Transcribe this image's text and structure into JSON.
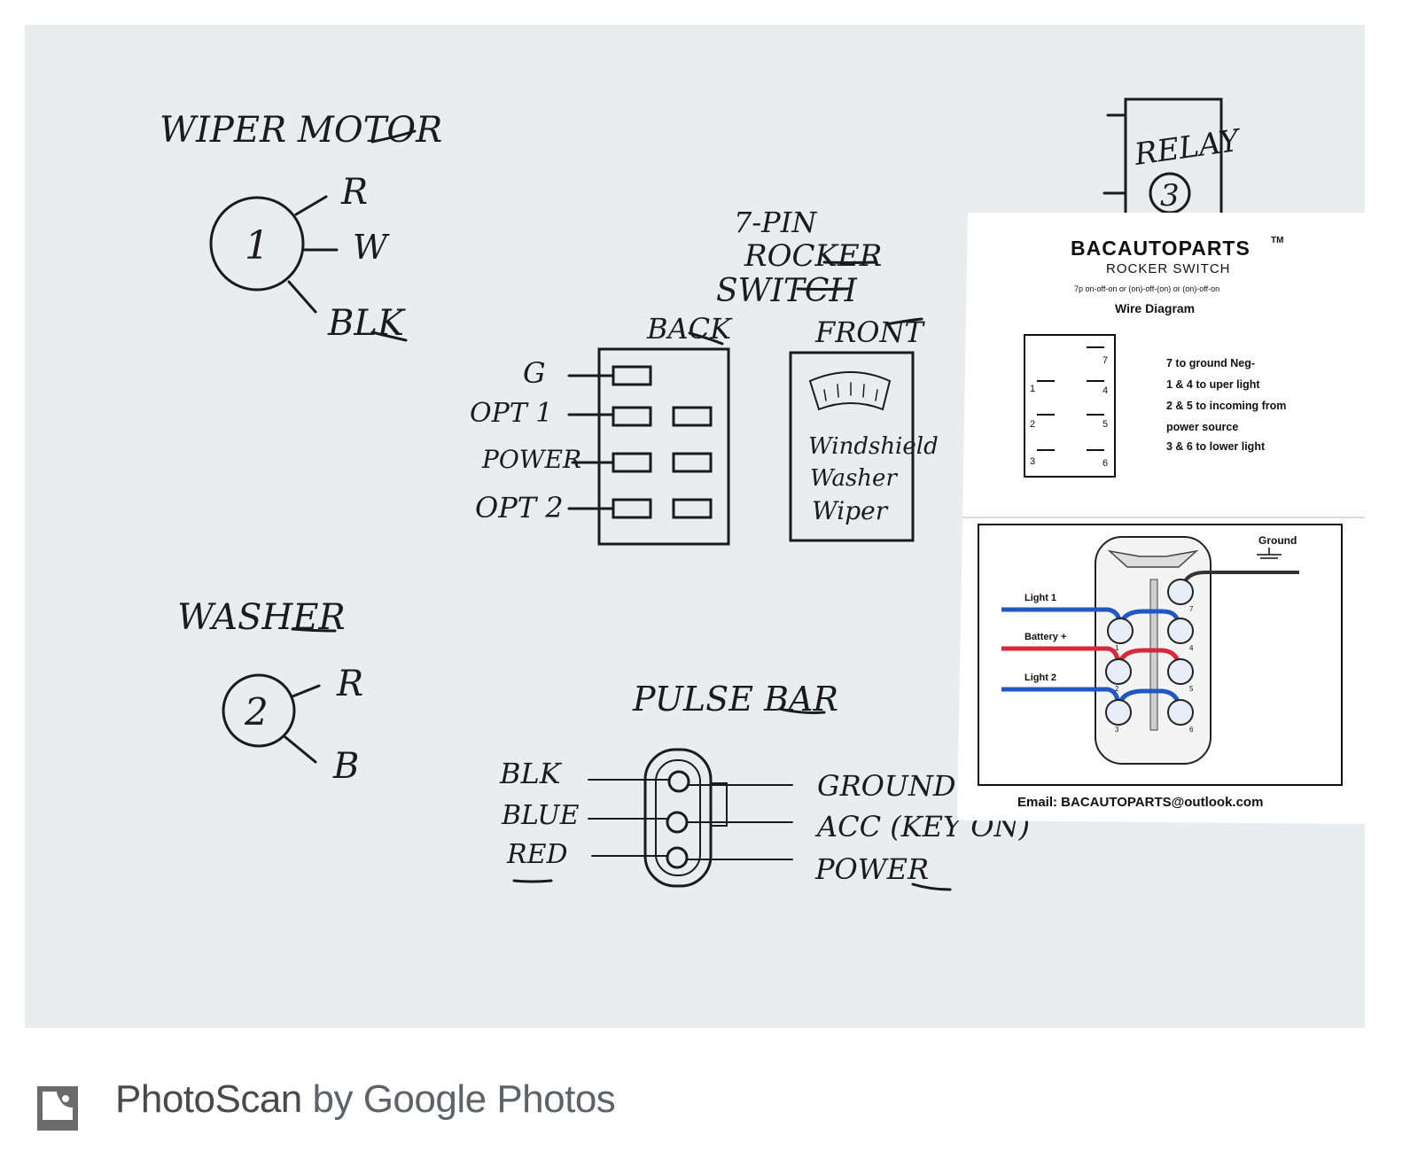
{
  "colors": {
    "paper": "#e9edee",
    "ink": "#1b1b1b",
    "card": "#ffffff",
    "wire_red": "#d9283a",
    "wire_blue": "#2157c4",
    "wire_black": "#333333",
    "label_red": "#c41e2c",
    "footer_text": "#5f6368"
  },
  "sketch": {
    "wiper_motor": {
      "title": "WIPER MOTOR",
      "number": "1",
      "wires": [
        "R",
        "W",
        "BLK"
      ]
    },
    "relay": {
      "label": "RELAY",
      "number": "3"
    },
    "rocker_switch": {
      "title_line1": "7-PIN",
      "title_line2": "ROCKER",
      "title_line3": "SWITCH",
      "back_label": "BACK",
      "front_label": "FRONT",
      "pin_labels": [
        "G",
        "OPT 1",
        "POWER",
        "OPT 2"
      ],
      "front_text": [
        "Windshield",
        "Washer",
        "Wiper"
      ]
    },
    "washer": {
      "title": "WASHER",
      "number": "2",
      "wires": [
        "R",
        "B"
      ]
    },
    "pulse_bar": {
      "title": "PULSE BAR",
      "left_labels": [
        "BLK",
        "BLUE",
        "RED"
      ],
      "right_labels": [
        "GROUND",
        "ACC (KEY ON)",
        "POWER"
      ]
    }
  },
  "card": {
    "brand": "BACAUTOPARTS",
    "trademark": "TM",
    "subtitle": "ROCKER SWITCH",
    "modes": "7p on-off-on or (on)-off-(on) or (on)-off-on",
    "diagram_title": "Wire Diagram",
    "pin_numbers": [
      "7",
      "1",
      "4",
      "2",
      "5",
      "3",
      "6"
    ],
    "instructions": [
      "7 to ground Neg-",
      "1 & 4 to uper light",
      "2 & 5 to incoming from",
      "power source",
      "3 & 6 to lower light"
    ],
    "wiring": {
      "ground": "Ground",
      "light1": "Light  1",
      "battery": "Battery  +",
      "light2": "Light  2",
      "terminal_numbers": [
        "7",
        "1",
        "4",
        "2",
        "5",
        "3",
        "6"
      ]
    },
    "email": "Email: BACAUTOPARTS@outlook.com"
  },
  "footer": {
    "icon": "photoscan-icon",
    "product": "PhotoScan",
    "by": "by Google Photos"
  }
}
